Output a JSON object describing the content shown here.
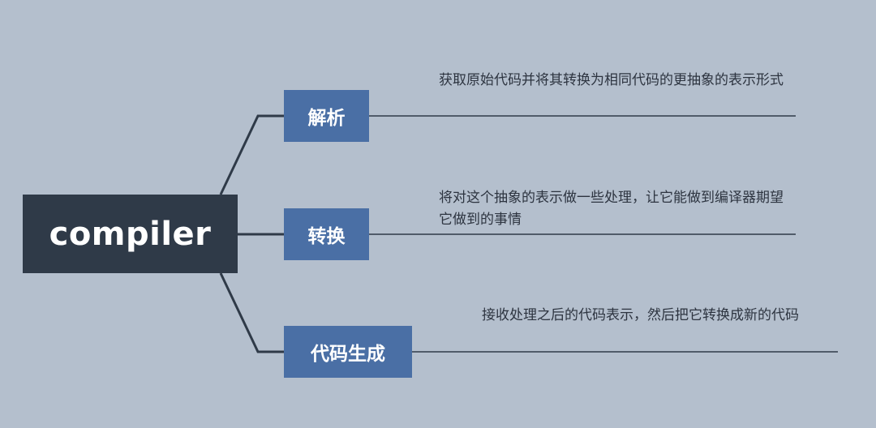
{
  "root": {
    "label": "compiler"
  },
  "branches": [
    {
      "label": "解析",
      "description": "获取原始代码并将其转换为相同代码的更抽象的表示形式"
    },
    {
      "label": "转换",
      "description": "将对这个抽象的表示做一些处理，让它能做到编译器期望它做到的事情"
    },
    {
      "label": "代码生成",
      "description": "接收处理之后的代码表示，然后把它转换成新的代码"
    }
  ],
  "colors": {
    "background": "#b4bfcd",
    "root_fill": "#2f3a48",
    "branch_fill": "#4a6fa5",
    "connector": "#2f3a48",
    "text_dark": "#2d3440"
  }
}
